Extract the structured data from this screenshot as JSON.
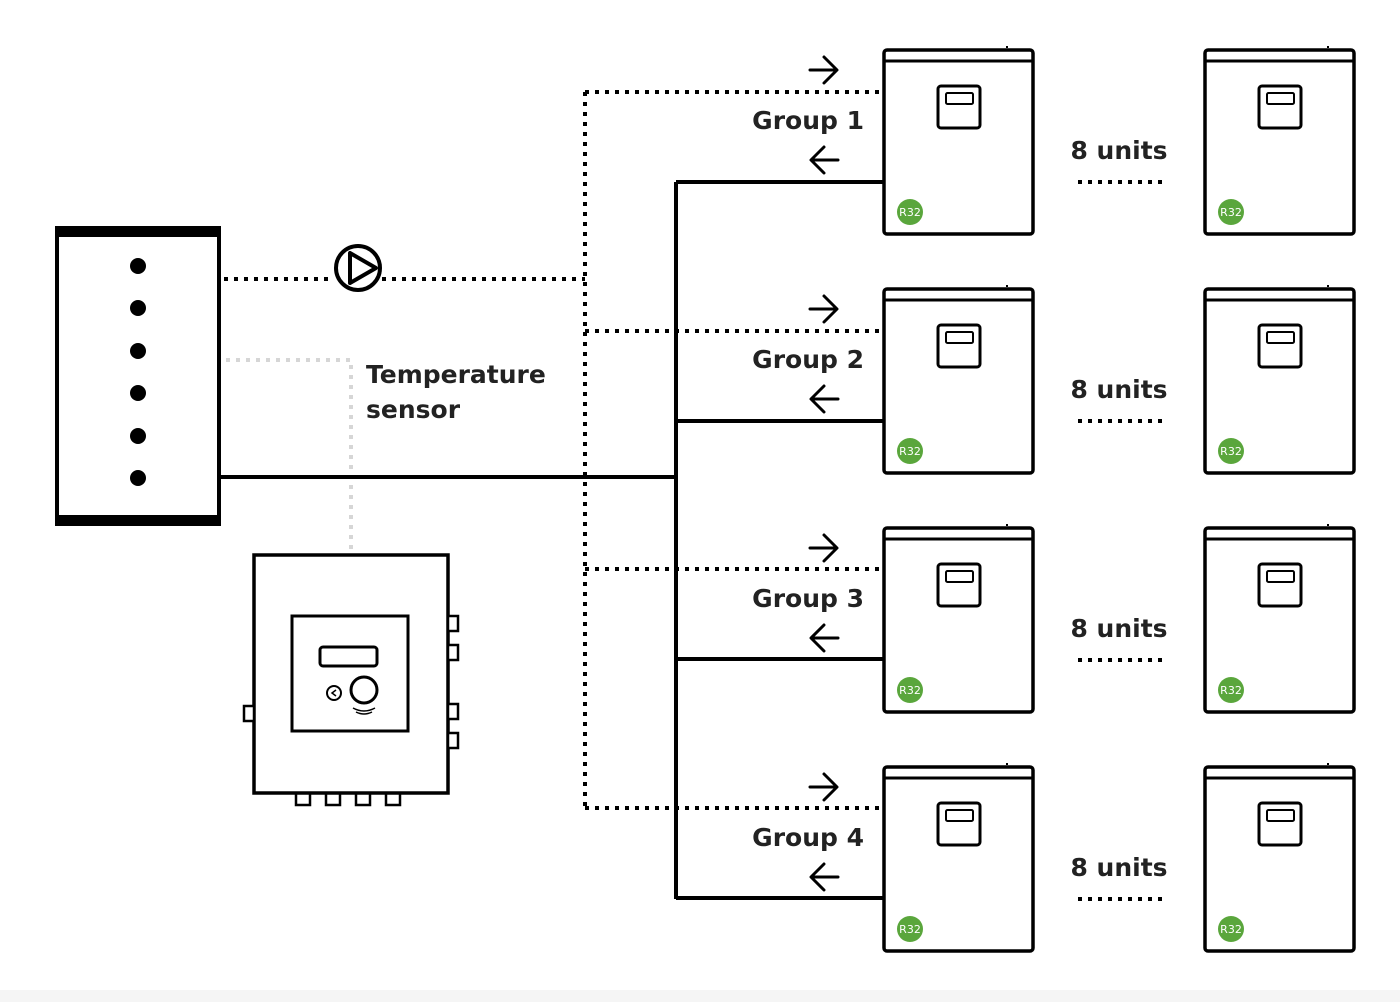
{
  "sensor_label_line1": "Temperature",
  "sensor_label_line2": "sensor",
  "groups": [
    {
      "label": "Group 1",
      "count": "8 units"
    },
    {
      "label": "Group 2",
      "count": "8 units"
    },
    {
      "label": "Group 3",
      "count": "8 units"
    },
    {
      "label": "Group 4",
      "count": "8 units"
    }
  ],
  "refrigerant_badge": "R32",
  "colors": {
    "line": "#000000",
    "sensor_wire": "#d9d9d9",
    "badge": "#5aa63c"
  },
  "icons": [
    "pump-icon",
    "arrow-right-icon",
    "arrow-left-icon",
    "controller-icon",
    "display-icon"
  ]
}
